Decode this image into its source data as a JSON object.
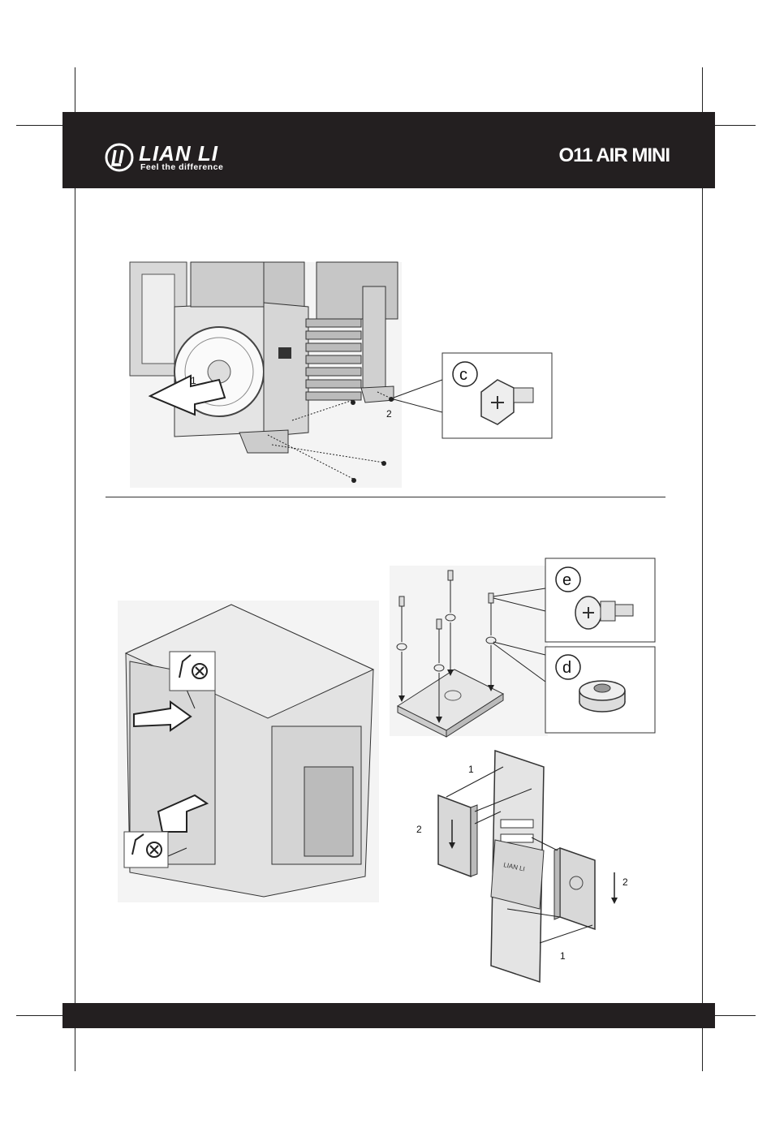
{
  "brand": {
    "name": "LIAN LI",
    "tagline": "Feel the difference",
    "model": "O11 AIR MINI"
  },
  "figure1": {
    "step_1": "1",
    "step_2": "2",
    "callout_c": "c"
  },
  "figure2": {
    "callout_e": "e",
    "callout_d": "d",
    "step_1_top": "1",
    "step_1_bottom": "1",
    "step_2_left": "2",
    "step_2_right": "2"
  },
  "icons": [
    "lian-li-logo-icon",
    "thumbscrew-icon",
    "rubber-grommet-icon",
    "unscrew-rotate-icon",
    "arrow-icon"
  ]
}
